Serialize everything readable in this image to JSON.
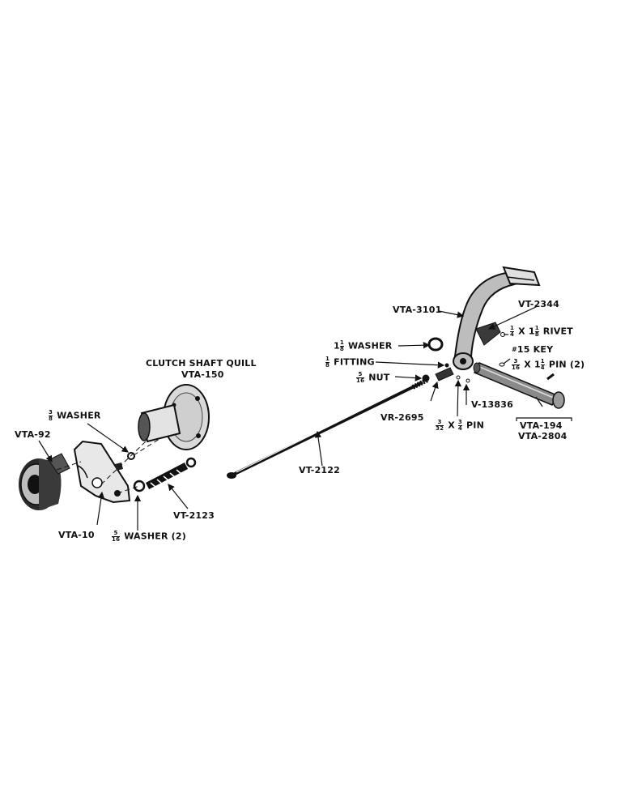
{
  "labels": {
    "quill_title": "CLUTCH SHAFT QUILL",
    "vta_150": "VTA-150",
    "washer_3_8": {
      "num": "3",
      "den": "8",
      "text": "WASHER"
    },
    "vta_92": "VTA-92",
    "vta_10": "VTA-10",
    "washer_5_16": {
      "num": "5",
      "den": "16",
      "text": "WASHER (2)"
    },
    "vt_2123": "VT-2123",
    "vt_2122": "VT-2122",
    "vta_3101": "VTA-3101",
    "vt_2344": "VT-2344",
    "rivet": {
      "a_num": "1",
      "a_den": "4",
      "x": "X",
      "b_whole": "1",
      "b_num": "1",
      "b_den": "8",
      "text": "RIVET"
    },
    "washer_1_1_8": {
      "whole": "1",
      "num": "1",
      "den": "8",
      "text": "WASHER"
    },
    "fitting": {
      "num": "1",
      "den": "8",
      "text": "FITTING"
    },
    "nut": {
      "num": "5",
      "den": "16",
      "text": "NUT"
    },
    "key": {
      "mark": "#",
      "text": "15 KEY"
    },
    "pin_2": {
      "a_num": "3",
      "a_den": "16",
      "x": "X",
      "b_whole": "1",
      "b_num": "1",
      "b_den": "4",
      "text": "PIN (2)"
    },
    "v_13836": "V-13836",
    "vr_2695": "VR-2695",
    "pin_3_32": {
      "a_num": "3",
      "a_den": "32",
      "x": "X",
      "b_num": "3",
      "b_den": "4",
      "text": "PIN"
    },
    "vta_194": "VTA-194",
    "vta_2804": "VTA-2804"
  },
  "colors": {
    "ink": "#111111",
    "paper": "#ffffff",
    "shade": "#7a7a7a"
  }
}
